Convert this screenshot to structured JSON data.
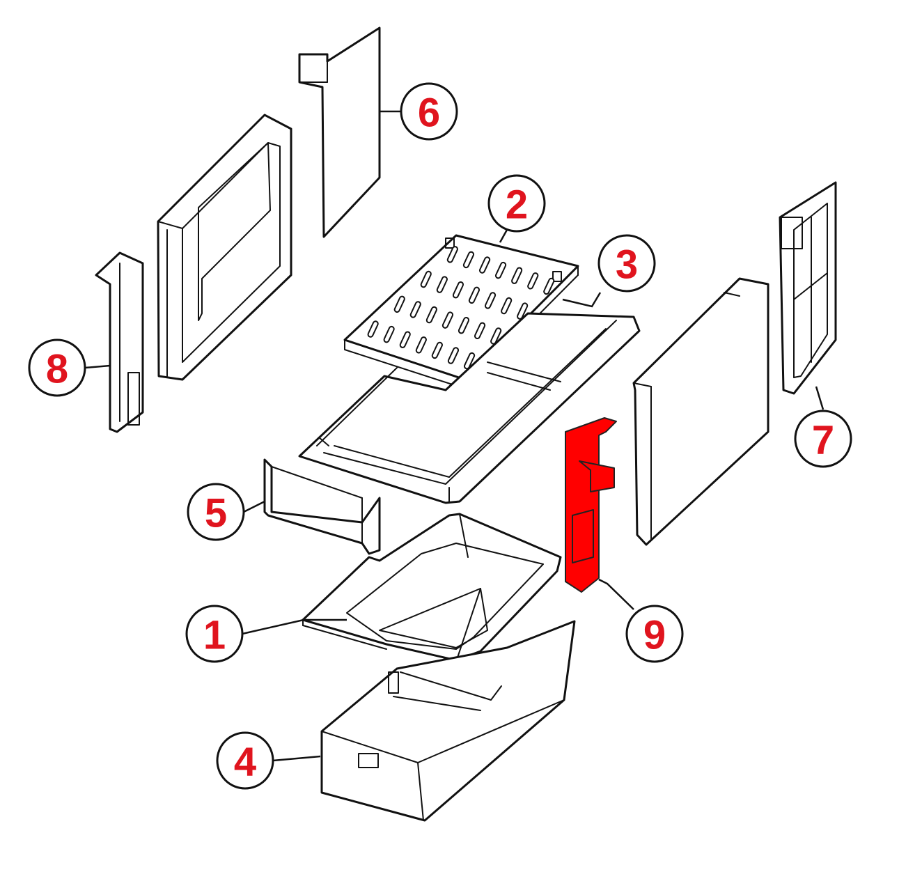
{
  "colors": {
    "highlight": "#ff0000",
    "callout_number": "#e0141e",
    "line": "#111111",
    "background": "#ffffff"
  },
  "callouts": [
    {
      "id": "1",
      "label": "1"
    },
    {
      "id": "2",
      "label": "2"
    },
    {
      "id": "3",
      "label": "3"
    },
    {
      "id": "4",
      "label": "4"
    },
    {
      "id": "5",
      "label": "5"
    },
    {
      "id": "6",
      "label": "6"
    },
    {
      "id": "7",
      "label": "7"
    },
    {
      "id": "8",
      "label": "8"
    },
    {
      "id": "9",
      "label": "9",
      "highlighted": true
    }
  ]
}
